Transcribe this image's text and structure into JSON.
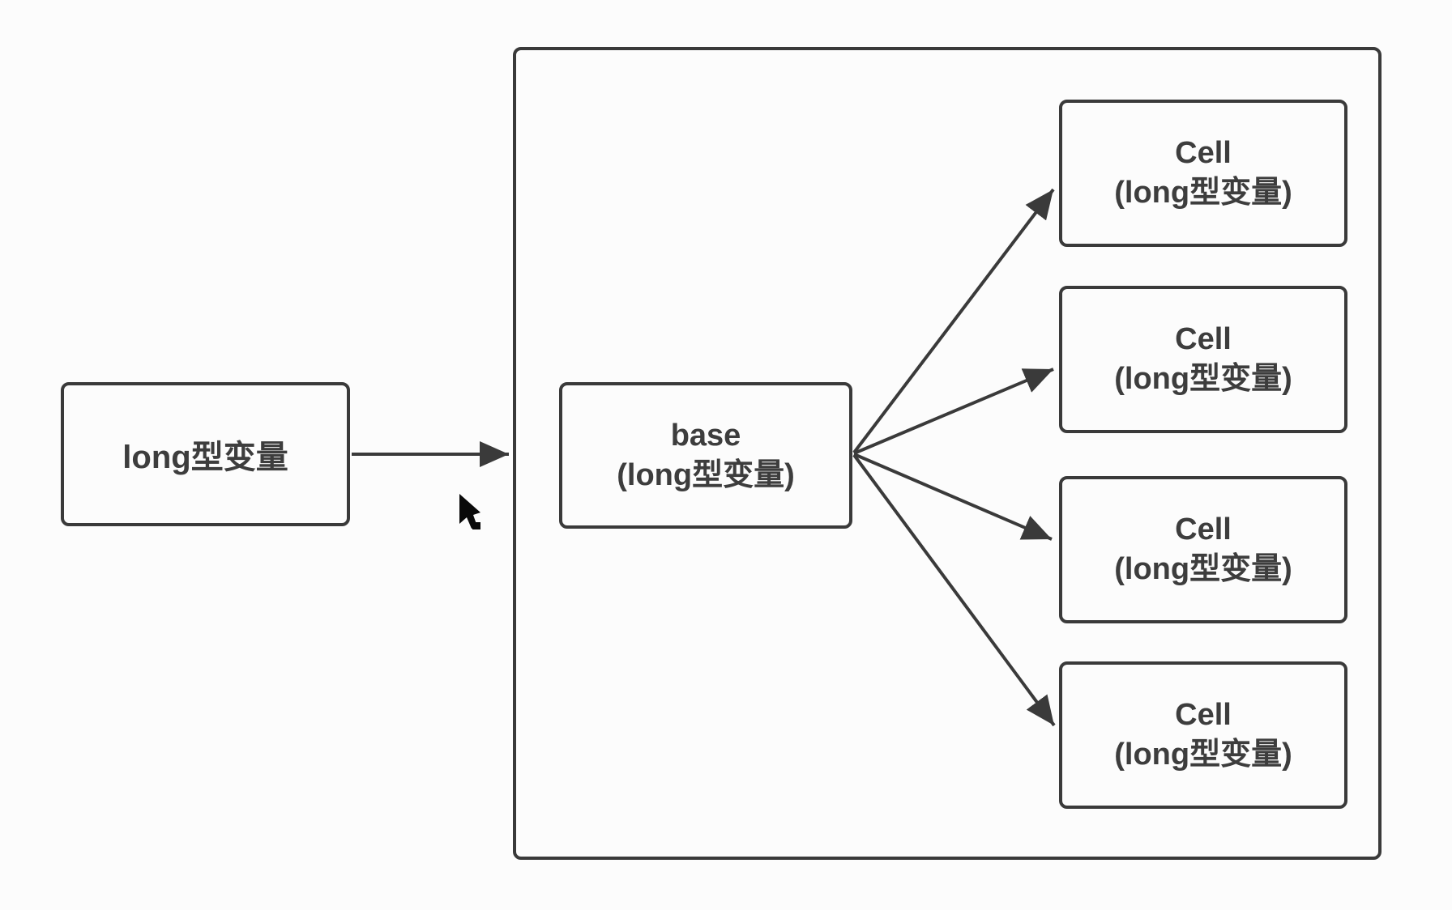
{
  "diagram": {
    "source_box": {
      "label": "long型变量"
    },
    "base_box": {
      "line1": "base",
      "line2": "(long型变量)"
    },
    "cells": [
      {
        "line1": "Cell",
        "line2": "(long型变量)"
      },
      {
        "line1": "Cell",
        "line2": "(long型变量)"
      },
      {
        "line1": "Cell",
        "line2": "(long型变量)"
      },
      {
        "line1": "Cell",
        "line2": "(long型变量)"
      }
    ],
    "colors": {
      "line": "#3a3a3a",
      "text": "#3d3d3d",
      "background": "#fcfcfc",
      "cursor": "#0a0a0a"
    }
  }
}
